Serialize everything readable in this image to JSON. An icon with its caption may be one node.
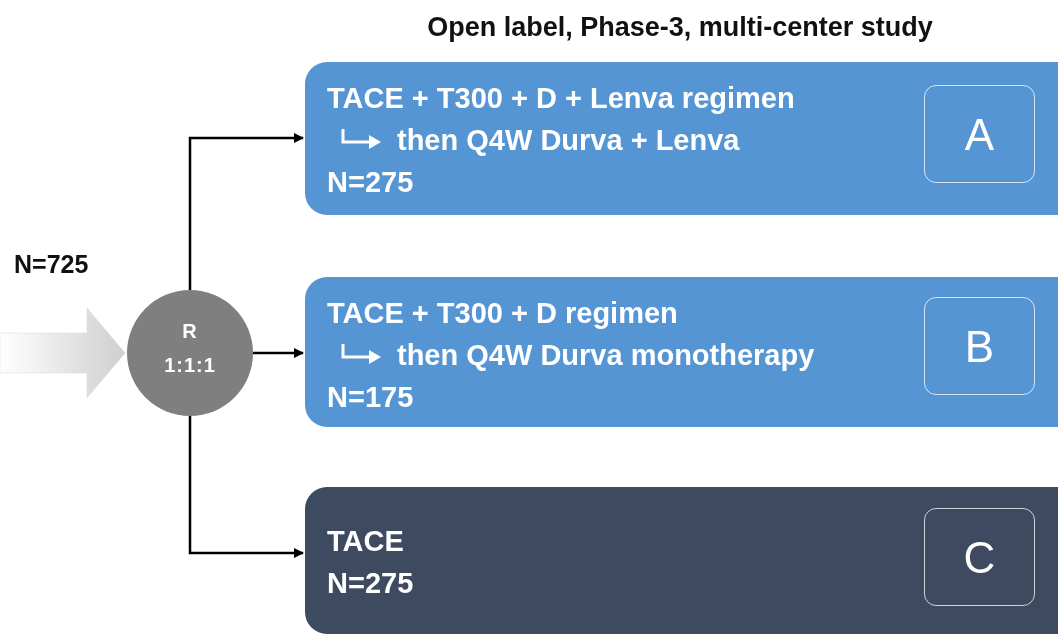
{
  "diagram": {
    "title": "Open label, Phase-3, multi-center study",
    "nodes": [
      {
        "text": [
          "R",
          "1:1:1"
        ]
      },
      {
        "text": [
          "TACE + T300 + D + Lenva regimen",
          "then Q4W Durva + Lenva",
          "N=275"
        ]
      },
      {
        "text": [
          "A"
        ],
        "in": 1
      },
      {
        "text": [
          "TACE + T300 + D regimen",
          "then Q4W Durva monotherapy",
          "N=175"
        ]
      },
      {
        "text": [
          "B"
        ],
        "in": 3
      },
      {
        "text": [
          "TACE",
          "N=275"
        ]
      },
      {
        "text": [
          "C"
        ],
        "in": 5
      }
    ],
    "edges": [
      {
        "from": null,
        "to": 0,
        "arrow": "to",
        "label": "N=725",
        "style": "thick",
        "color": "#d9d9d9"
      },
      {
        "from": 0,
        "to": 1,
        "arrow": "to"
      },
      {
        "from": 0,
        "to": 3,
        "arrow": "to"
      },
      {
        "from": 0,
        "to": 5,
        "arrow": "to"
      }
    ]
  }
}
